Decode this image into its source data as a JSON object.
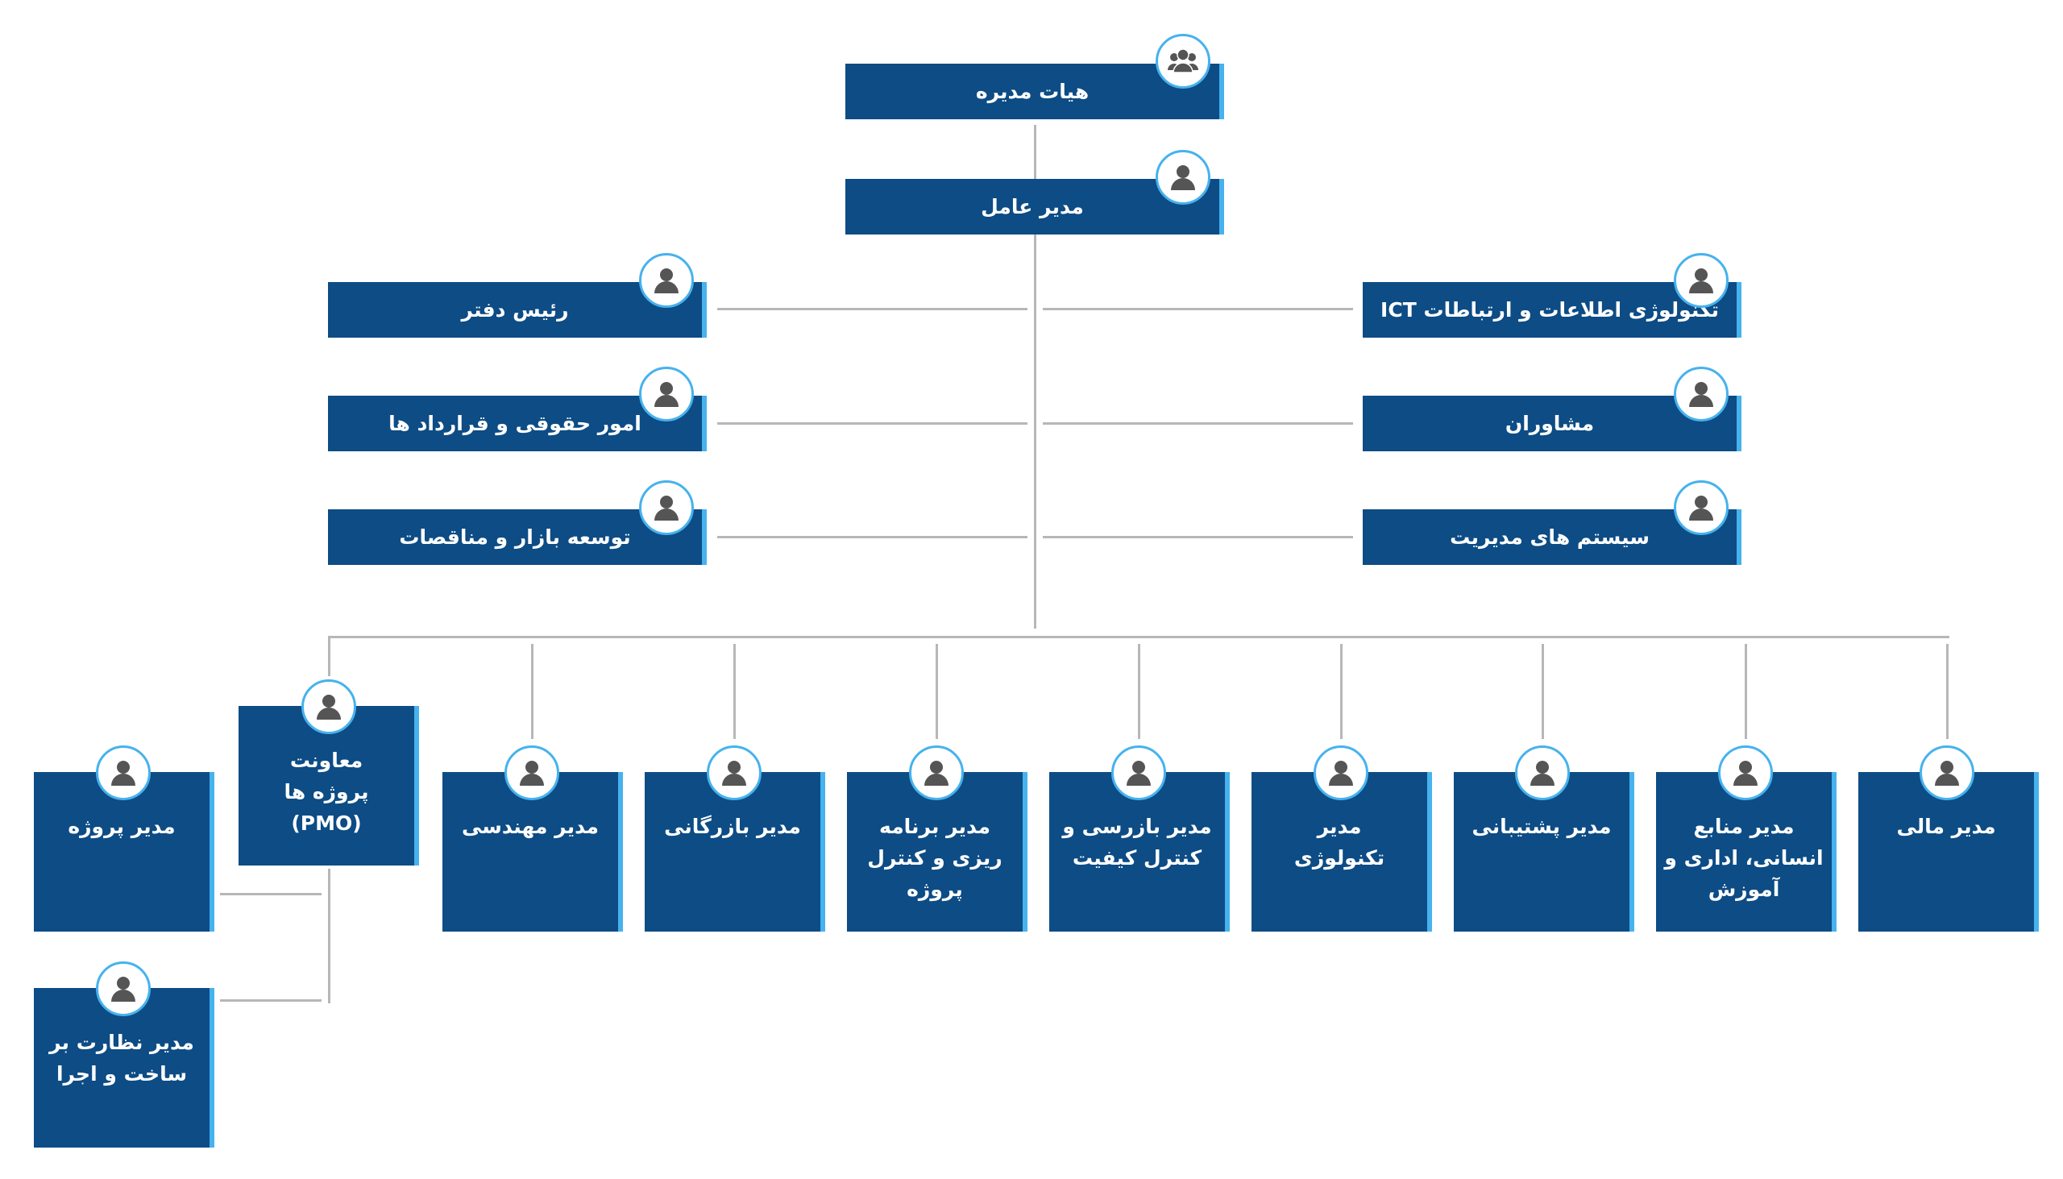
{
  "colors": {
    "box": "#0d4c85",
    "accent": "#46b2ee",
    "line": "#b7b7b7",
    "icon": "#555555"
  },
  "top": {
    "board": {
      "label": "هیات مدیره",
      "icon": "group-icon"
    },
    "ceo": {
      "label": "مدیر عامل",
      "icon": "person-icon"
    }
  },
  "staff_left": [
    {
      "label": "رئیس دفتر",
      "icon": "person-icon"
    },
    {
      "label": "امور حقوقی و قرارداد ها",
      "icon": "person-icon"
    },
    {
      "label": "توسعه بازار و مناقصات",
      "icon": "person-icon"
    }
  ],
  "staff_right": [
    {
      "label": "تکنولوژی اطلاعات و ارتباطات ICT",
      "icon": "person-icon"
    },
    {
      "label": "مشاوران",
      "icon": "person-icon"
    },
    {
      "label": "سیستم های مدیریت",
      "icon": "person-icon"
    }
  ],
  "managers": [
    {
      "label": "مدیر مالی",
      "icon": "person-icon"
    },
    {
      "label": "مدیر منابع\nانسانی، اداری و\nآموزش",
      "icon": "person-icon"
    },
    {
      "label": "مدیر پشتیبانی",
      "icon": "person-icon"
    },
    {
      "label": "مدیر\nتکنولوژی",
      "icon": "person-icon"
    },
    {
      "label": "مدیر بازرسی و\nکنترل کیفیت",
      "icon": "person-icon"
    },
    {
      "label": "مدیر برنامه\nریزی و کنترل\nپروژه",
      "icon": "person-icon"
    },
    {
      "label": "مدیر بازرگانی",
      "icon": "person-icon"
    },
    {
      "label": "مدیر مهندسی",
      "icon": "person-icon"
    }
  ],
  "pmo": {
    "label": "معاونت\nپروژه ها\n(PMO)",
    "icon": "person-icon",
    "children": [
      {
        "label": "مدیر پروژه",
        "icon": "person-icon"
      },
      {
        "label": "مدیر نظارت بر\nساخت و اجرا",
        "icon": "person-icon"
      }
    ]
  }
}
